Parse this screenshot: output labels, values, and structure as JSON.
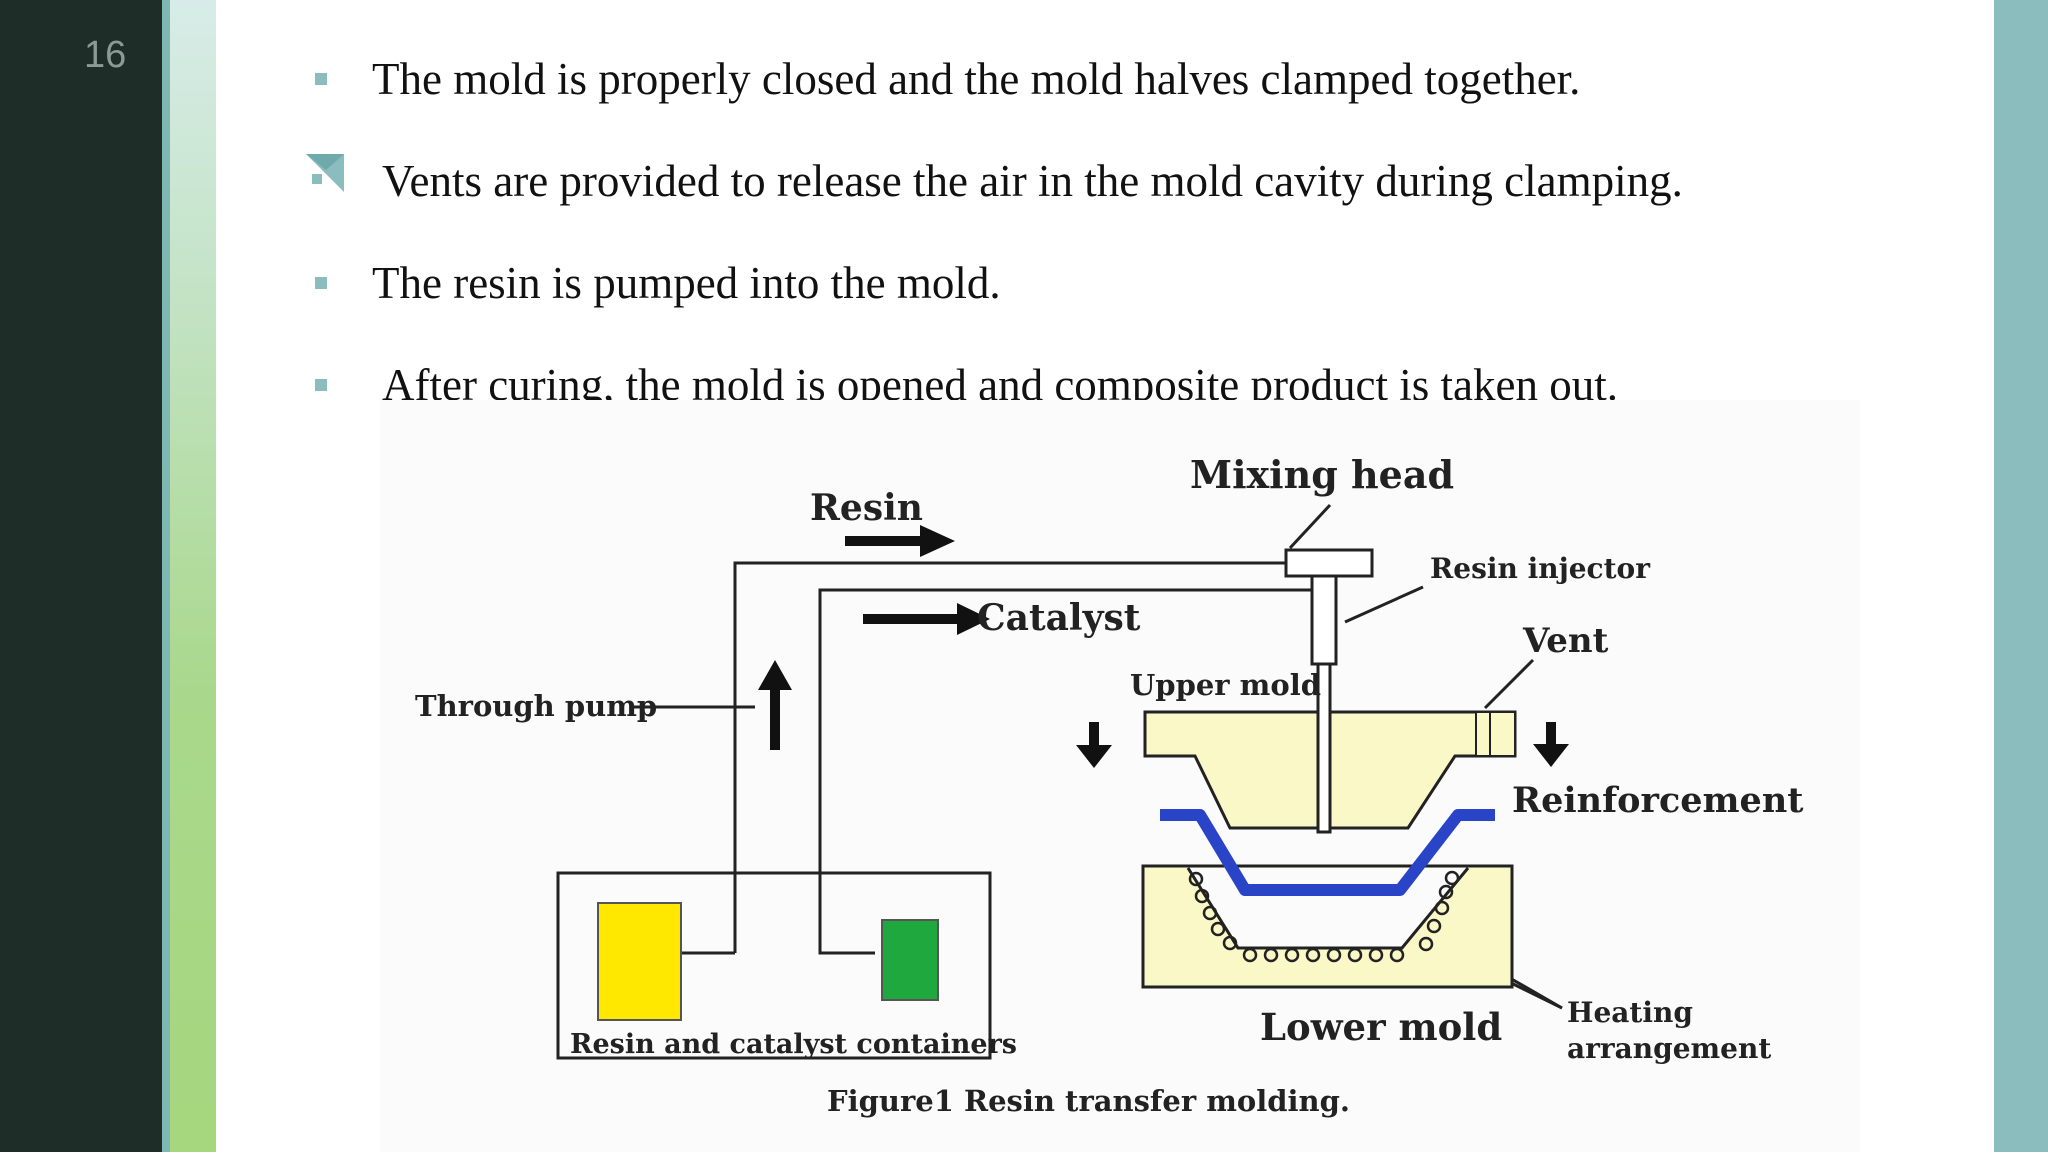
{
  "slide": {
    "number": "16"
  },
  "bullets": [
    {
      "text": "The mold is properly closed and the mold halves clamped together."
    },
    {
      "text": "Vents are provided to release the air in the mold cavity during clamping."
    },
    {
      "text": "The resin is pumped  into the mold."
    },
    {
      "text": "After curing, the mold is opened and composite product is taken out."
    }
  ],
  "figure": {
    "labels": {
      "resin": "Resin",
      "catalyst": "Catalyst",
      "mixing_head": "Mixing head",
      "resin_injector": "Resin injector",
      "vent": "Vent",
      "through_pump": "Through pump",
      "upper_mold": "Upper mold",
      "reinforcement": "Reinforcement",
      "lower_mold": "Lower mold",
      "heating_1": "Heating",
      "heating_2": "arrangement",
      "containers": "Resin and catalyst containers"
    },
    "caption": "Figure1 Resin transfer molding."
  },
  "colors": {
    "accent": "#8bbdbf",
    "sidebar": "#1f2d29",
    "mold_fill": "#fbf8c8",
    "reinforcement": "#2a44c8",
    "resin_container": "#ffe800",
    "catalyst_container": "#1ea83e"
  }
}
